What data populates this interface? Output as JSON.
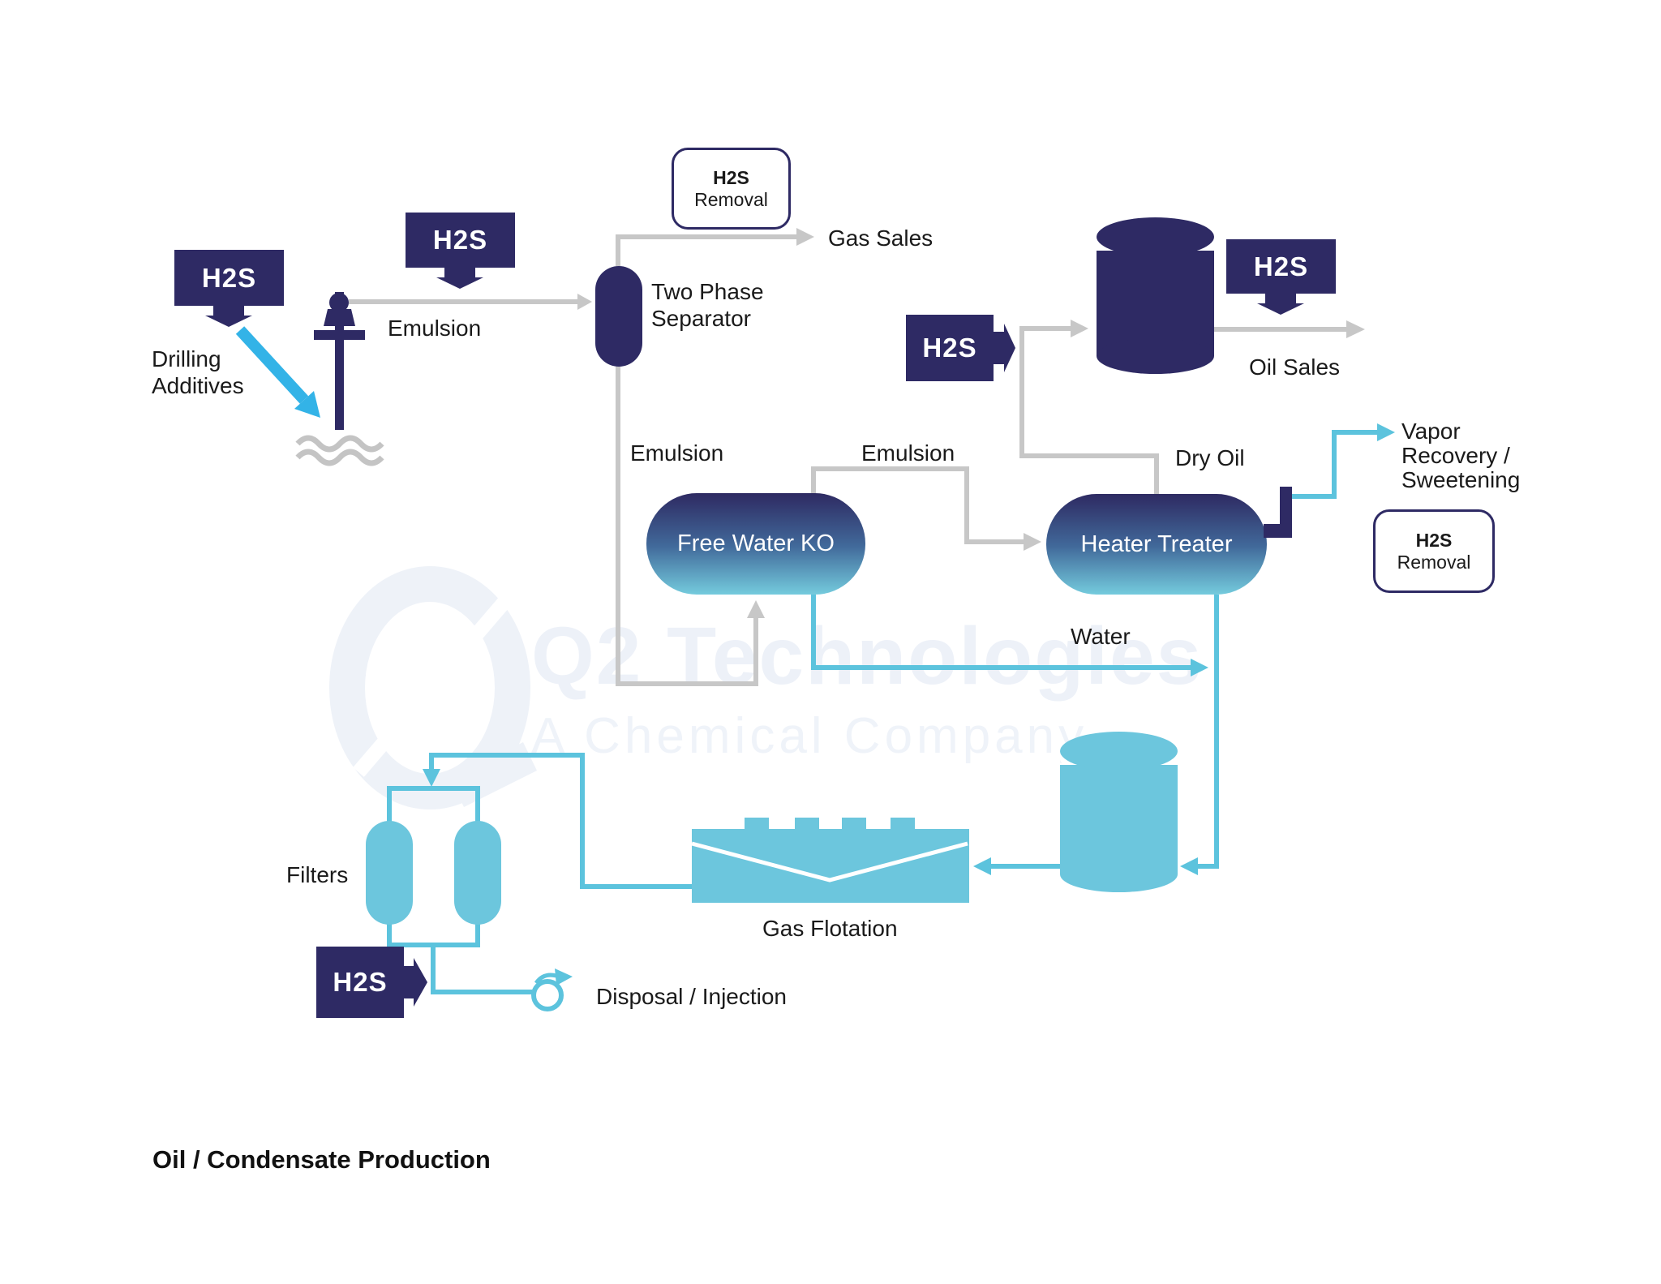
{
  "title": "Oil / Condensate Production",
  "watermark": {
    "line1": "Q2 Technologies",
    "line2": "A Chemical Company"
  },
  "badges": {
    "well": "H2S",
    "emulsion_line": "H2S",
    "oil_sales": "H2S",
    "tank_inlet": "H2S",
    "filters": "H2S"
  },
  "removal_boxes": {
    "gas": {
      "line1": "H2S",
      "line2": "Removal"
    },
    "vapor": {
      "line1": "H2S",
      "line2": "Removal"
    }
  },
  "equipment": {
    "separator_line1": "Two Phase",
    "separator_line2": "Separator",
    "free_water_ko": "Free Water KO",
    "heater_treater": "Heater Treater",
    "gas_flotation": "Gas Flotation",
    "filters": "Filters"
  },
  "labels": {
    "emulsion_well": "Emulsion",
    "emulsion_separator": "Emulsion",
    "emulsion_fwko": "Emulsion",
    "gas_sales": "Gas Sales",
    "oil_sales": "Oil Sales",
    "dry_oil": "Dry Oil",
    "water": "Water",
    "drilling_line1": "Drilling",
    "drilling_line2": "Additives",
    "vapor_line1": "Vapor",
    "vapor_line2": "Recovery /",
    "vapor_line3": "Sweetening",
    "disposal": "Disposal / Injection"
  },
  "colors": {
    "navy": "#2e2a64",
    "equipment_blue": "#6cc6dd",
    "line_blue": "#5cc3dd",
    "line_gray": "#c7c7c7",
    "bright_blue": "#33b3e7",
    "watermark": "#edf1f8"
  }
}
